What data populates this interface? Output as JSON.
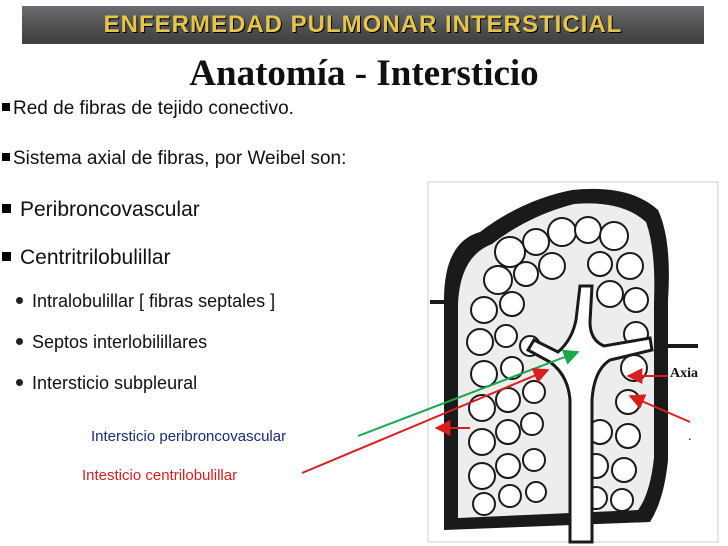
{
  "slide": {
    "banner": "ENFERMEDAD PULMONAR INTERSTICIAL",
    "title": "Anatomía - Intersticio",
    "bullets": [
      "Red de fibras de tejido conectivo.",
      "Sistema axial de fibras, por Weibel son:",
      "Peribroncovascular",
      "Centritrilobulillar"
    ],
    "subbullets": [
      "Intralobulillar [ fibras septales ]",
      "Septos interlobilillares",
      "Intersticio subpleural"
    ],
    "annotations": {
      "peribroncovascular": "Intersticio peribroncovascular",
      "centrilobulillar": "Intesticio  centrilobulillar"
    },
    "diagram_labels": {
      "axial": "Axia"
    },
    "colors": {
      "banner_text": "#e6c64a",
      "banner_bg": "#4e5052",
      "arrow_green": "#1aa64a",
      "arrow_red": "#d81e1e"
    }
  }
}
